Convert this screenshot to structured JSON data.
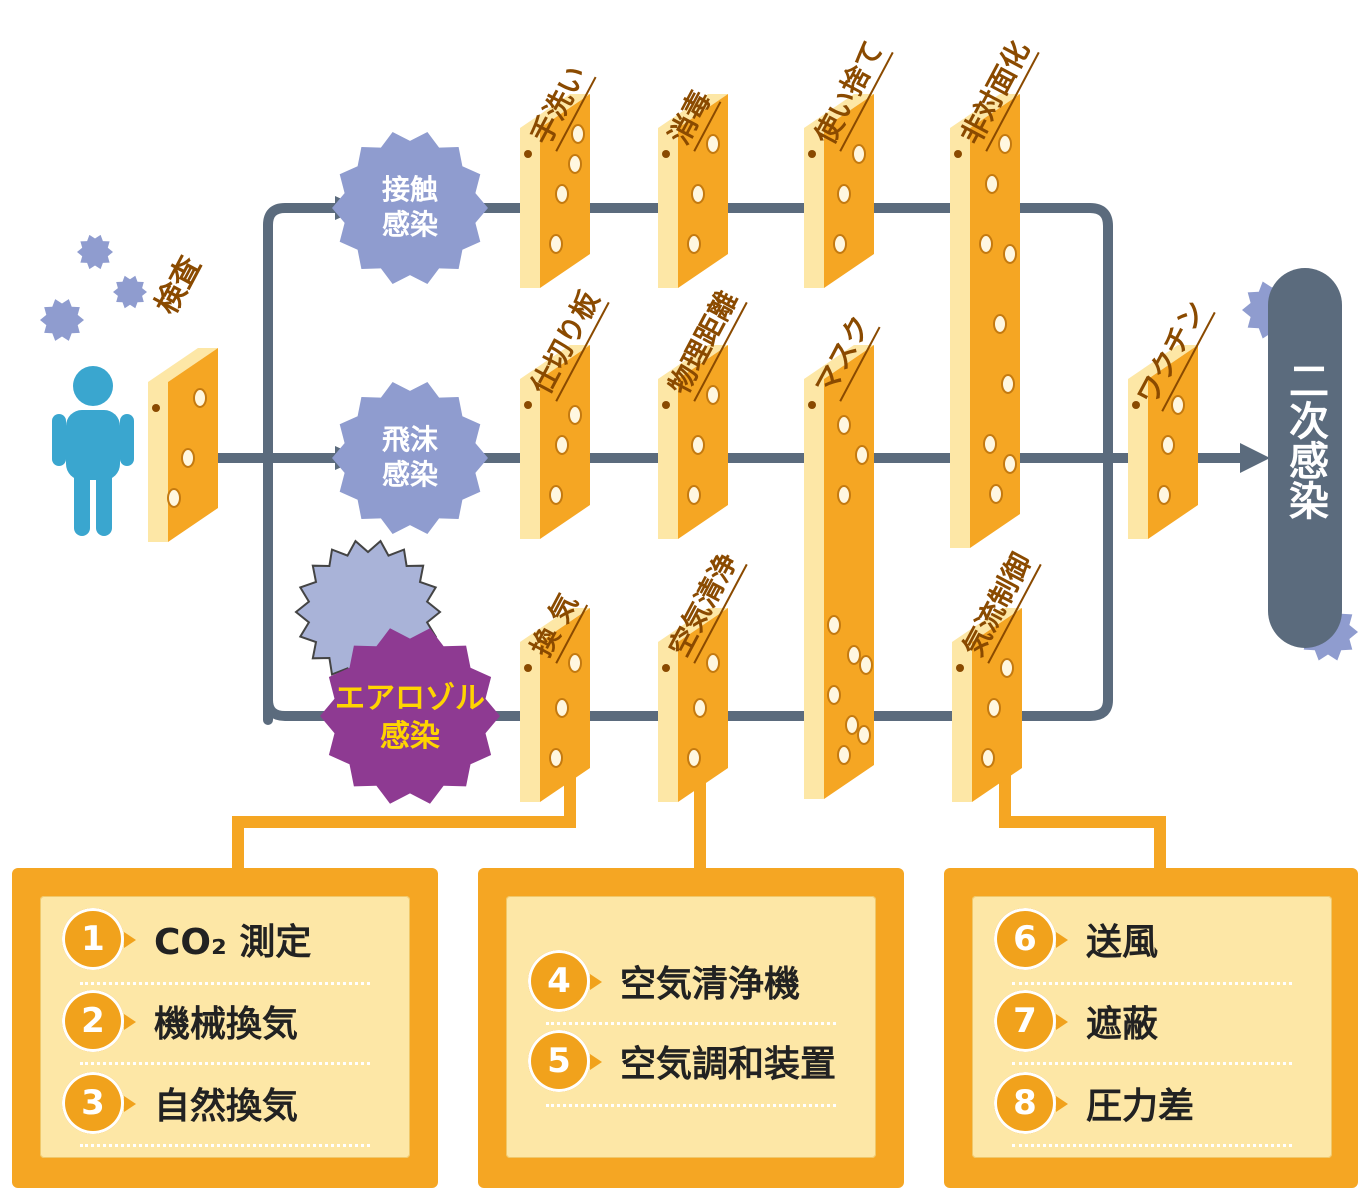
{
  "source_label": "検査",
  "routes": [
    {
      "label": "接触\n感染",
      "color": "#8f9ccf"
    },
    {
      "label": "飛沫\n感染",
      "color": "#8f9ccf"
    },
    {
      "label": "エアロゾル\n感染",
      "color": "#8e3a92",
      "text_color": "#ffd400"
    }
  ],
  "barriers": {
    "row1": [
      "手洗い",
      "消毒",
      "使い捨て",
      "非対面化"
    ],
    "row2": [
      "仕切り板",
      "物理距離",
      "マスク"
    ],
    "row3": [
      "換 気",
      "空気清浄",
      "気流制御"
    ],
    "vaccine": "ワクチン"
  },
  "outcome": "二次感染",
  "colors": {
    "cheese": "#f5a623",
    "cheese_top": "#fde7a6",
    "line": "#5b6b7d",
    "person": "#3aa6cf",
    "virus": "#8f9ccf"
  },
  "panels": [
    {
      "items": [
        {
          "num": "1",
          "text": "CO₂ 測定"
        },
        {
          "num": "2",
          "text": "機械換気"
        },
        {
          "num": "3",
          "text": "自然換気"
        }
      ]
    },
    {
      "items": [
        {
          "num": "4",
          "text": "空気清浄機"
        },
        {
          "num": "5",
          "text": "空気調和装置"
        }
      ]
    },
    {
      "items": [
        {
          "num": "6",
          "text": "送風"
        },
        {
          "num": "7",
          "text": "遮蔽"
        },
        {
          "num": "8",
          "text": "圧力差"
        }
      ]
    }
  ]
}
